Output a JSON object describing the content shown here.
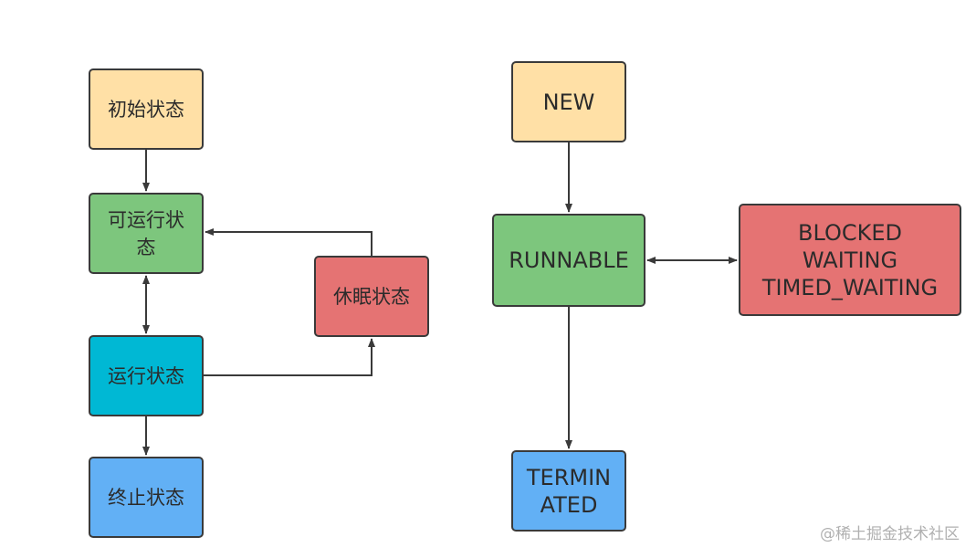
{
  "left_diagram": {
    "initial": "初始状态",
    "runnable": "可运行状\n态",
    "running": "运行状态",
    "terminated": "终止状态",
    "sleeping": "休眠状态"
  },
  "right_diagram": {
    "new": "NEW",
    "runnable": "RUNNABLE",
    "blocked": "BLOCKED\nWAITING\nTIMED_WAITING",
    "terminated": "TERMIN\nATED"
  },
  "watermark": "@稀土掘金技术社区",
  "colors": {
    "initial": "#ffe0a6",
    "runnable": "#7dc67d",
    "running": "#00b8d4",
    "terminated": "#62b0f5",
    "blocked": "#e57373",
    "line": "#3a3a3a"
  }
}
